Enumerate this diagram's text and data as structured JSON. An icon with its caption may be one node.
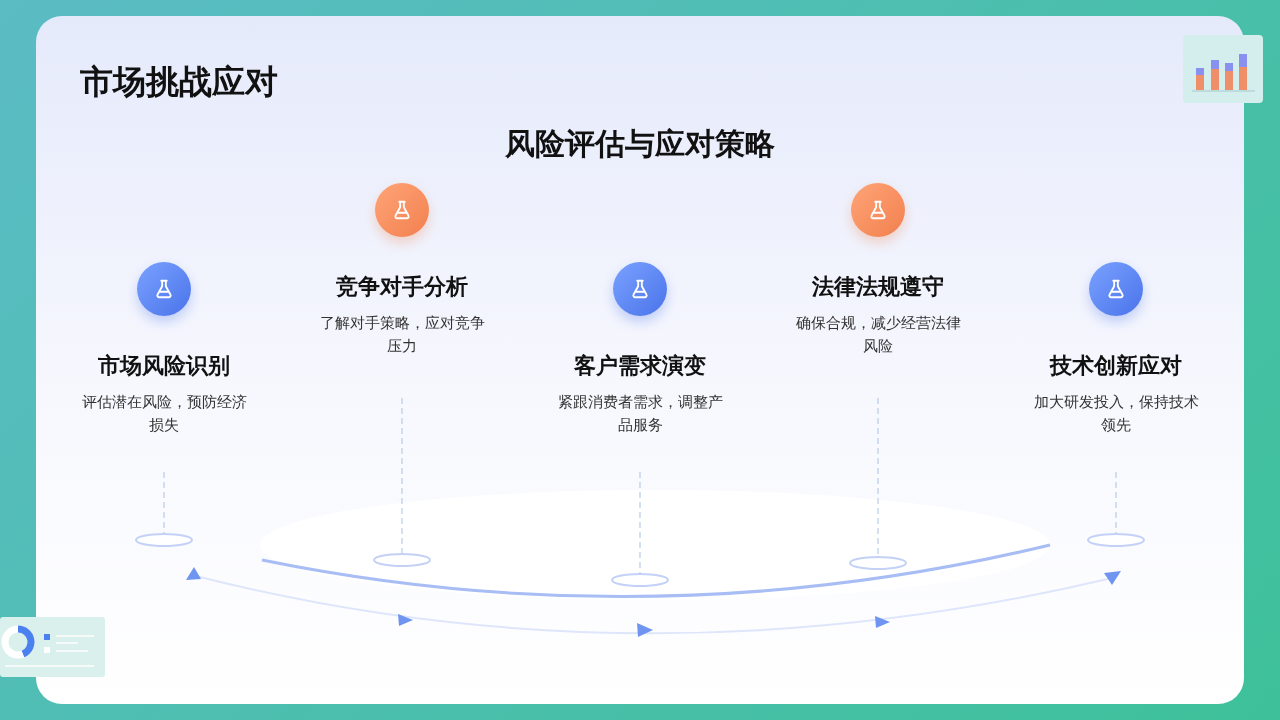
{
  "diagram": {
    "title": "市场挑战应对",
    "nodes": [
      {
        "text": [
          "市场风险识别",
          "评估潜在风险，预防经济损失"
        ]
      },
      {
        "text": [
          "竞争对手分析",
          "了解对手策略，应对竞争压力"
        ]
      },
      {
        "text": [
          "客户需求演变",
          "紧跟消费者需求，调整产品服务"
        ]
      },
      {
        "text": [
          "法律法规遵守",
          "确保合规，减少经营法律风险"
        ]
      },
      {
        "text": [
          "技术创新应对",
          "加大研发投入，保持技术领先"
        ]
      }
    ],
    "labels": [
      "风险评估与应对策略"
    ]
  }
}
